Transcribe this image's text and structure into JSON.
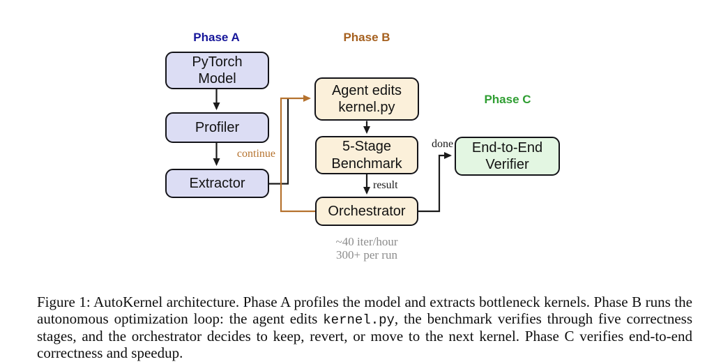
{
  "figure": {
    "phase_a": {
      "label": "Phase A"
    },
    "phase_b": {
      "label": "Phase B"
    },
    "phase_c": {
      "label": "Phase C"
    },
    "nodes": {
      "pytorch": {
        "label": "PyTorch\nModel"
      },
      "profiler": {
        "label": "Profiler"
      },
      "extractor": {
        "label": "Extractor"
      },
      "agent": {
        "label": "Agent edits\nkernel.py"
      },
      "benchmark": {
        "label": "5-Stage\nBenchmark"
      },
      "orchestrator": {
        "label": "Orchestrator"
      },
      "verifier": {
        "label": "End-to-End\nVerifier"
      }
    },
    "edge_labels": {
      "continue": "continue",
      "result": "result",
      "done": "done"
    },
    "stats": {
      "line1": "~40 iter/hour",
      "line2": "300+ per run"
    },
    "colors": {
      "phase_a": "#16169a",
      "phase_b": "#a5601f",
      "phase_c": "#2f9e32",
      "box_lavender": "#dcddf4",
      "box_cream": "#fbf0da",
      "box_green": "#e3f6e2",
      "edge_black": "#1a1a1a",
      "edge_brown": "#b5722e",
      "stats_gray": "#8c8c8c"
    }
  },
  "caption": {
    "figure_label": "Figure 1:",
    "part1": "Figure 1: AutoKernel architecture. Phase A profiles the model and extracts bottleneck kernels. Phase B runs the autonomous optimization loop: the agent edits ",
    "code": "kernel.py",
    "part2": ", the benchmark verifies through five correctness stages, and the orchestrator decides to keep, revert, or move to the next kernel. Phase C verifies end-to-end correctness and speedup."
  }
}
